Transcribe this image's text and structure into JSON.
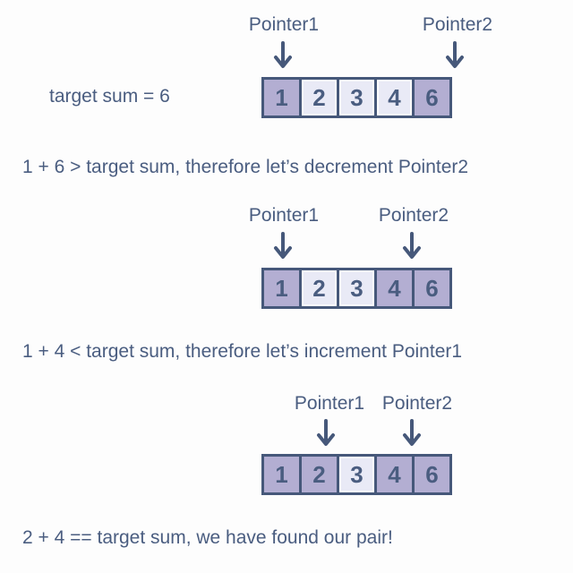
{
  "colors": {
    "text": "#4a5d80",
    "border": "#46587a",
    "highlight_fill": "#b3aed2",
    "normal_fill": "#e9eaf6",
    "background": "#fdfdfd"
  },
  "target_sum_label": "target sum = 6",
  "steps": [
    {
      "pointer1_label": "Pointer1",
      "pointer2_label": "Pointer2",
      "pointer1_index": 0,
      "pointer2_index": 4,
      "cells": [
        {
          "value": "1",
          "highlighted": true
        },
        {
          "value": "2",
          "highlighted": false
        },
        {
          "value": "3",
          "highlighted": false
        },
        {
          "value": "4",
          "highlighted": false
        },
        {
          "value": "6",
          "highlighted": true
        }
      ],
      "caption": "1 + 6 > target sum, therefore let’s decrement Pointer2"
    },
    {
      "pointer1_label": "Pointer1",
      "pointer2_label": "Pointer2",
      "pointer1_index": 0,
      "pointer2_index": 3,
      "cells": [
        {
          "value": "1",
          "highlighted": true
        },
        {
          "value": "2",
          "highlighted": false
        },
        {
          "value": "3",
          "highlighted": false
        },
        {
          "value": "4",
          "highlighted": true
        },
        {
          "value": "6",
          "highlighted": true
        }
      ],
      "caption": "1 + 4 < target sum, therefore let’s increment Pointer1"
    },
    {
      "pointer1_label": "Pointer1",
      "pointer2_label": "Pointer2",
      "pointer1_index": 1,
      "pointer2_index": 3,
      "cells": [
        {
          "value": "1",
          "highlighted": true
        },
        {
          "value": "2",
          "highlighted": true
        },
        {
          "value": "3",
          "highlighted": false
        },
        {
          "value": "4",
          "highlighted": true
        },
        {
          "value": "6",
          "highlighted": true
        }
      ],
      "caption": "2 + 4 == target sum, we have found our pair!"
    }
  ]
}
